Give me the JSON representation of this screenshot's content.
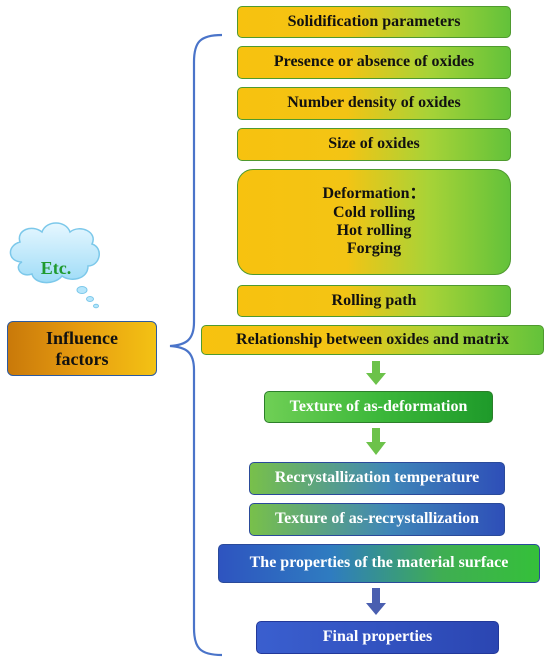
{
  "cloud": {
    "label": "Etc."
  },
  "influence": {
    "line1": "Influence",
    "line2": "factors"
  },
  "factors": {
    "solidification": "Solidification parameters",
    "presence": "Presence or absence of oxides",
    "density": "Number density of oxides",
    "size": "Size of oxides",
    "deformation": {
      "title": "Deformation：",
      "items": [
        "Cold rolling",
        "Hot rolling",
        "Forging"
      ]
    },
    "rolling_path": "Rolling path",
    "relationship": "Relationship between oxides and matrix"
  },
  "flow": {
    "texture_deformation": "Texture of as-deformation",
    "recryst_temperature": "Recrystallization temperature",
    "texture_recryst": "Texture of as-recrystallization",
    "surface_properties": "The properties of the material surface",
    "final_properties": "Final properties"
  },
  "colors": {
    "brace": "#4a74c9",
    "arrow_green": "#6cc24a",
    "arrow_blue": "#4a5fb0"
  }
}
